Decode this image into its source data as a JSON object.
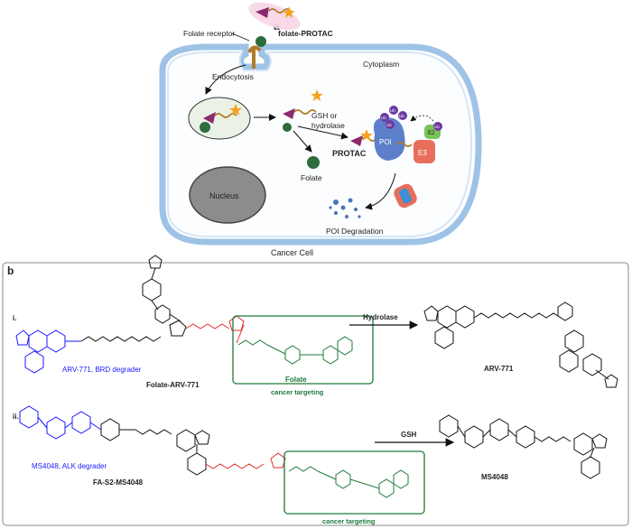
{
  "panel_a": {
    "label": "a",
    "folate_receptor": "Folate receptor",
    "folate_protac": "folate-PROTAC",
    "cytoplasm": "Cytoplasm",
    "endocytosis": "Endocytosis",
    "gsh_or_hydrolase": "GSH or\nhydrolase",
    "gsh_line1": "GSH or",
    "gsh_line2": "hydrolase",
    "protac": "PROTAC",
    "folate": "Folate",
    "poi": "POI",
    "e3": "E3",
    "e2": "E2",
    "ub": "Ub",
    "nucleus": "Nucleus",
    "poi_degradation": "POI Degradation",
    "cancer_cell": "Cancer Cell"
  },
  "panel_b": {
    "label": "b",
    "row_i": "i.",
    "row_ii": "ii.",
    "arv_caption": "ARV-771, BRD degrader",
    "folate_arv": "Folate-ARV-771",
    "hydrolase": "Hydrolase",
    "arv771": "ARV-771",
    "folate_box_label": "Folate",
    "cancer_targeting_1": "cancer targeting",
    "ms_caption": "MS4048, ALK degrader",
    "fa_s2": "FA-S2-MS4048",
    "gsh": "GSH",
    "ms4048": "MS4048",
    "cancer_targeting_2": "cancer targeting"
  },
  "colors": {
    "membrane": "#9ec3e6",
    "protac_box": "#f6d5e6",
    "nucleus": "#8c8c8c",
    "poi": "#5d7fc9",
    "e3": "#e86e5c",
    "e2": "#7ac35a",
    "ub": "#6b3aa0",
    "blue_text": "#1a1aff",
    "green_text": "#1d7a3c",
    "red_linker": "#e0302a"
  }
}
